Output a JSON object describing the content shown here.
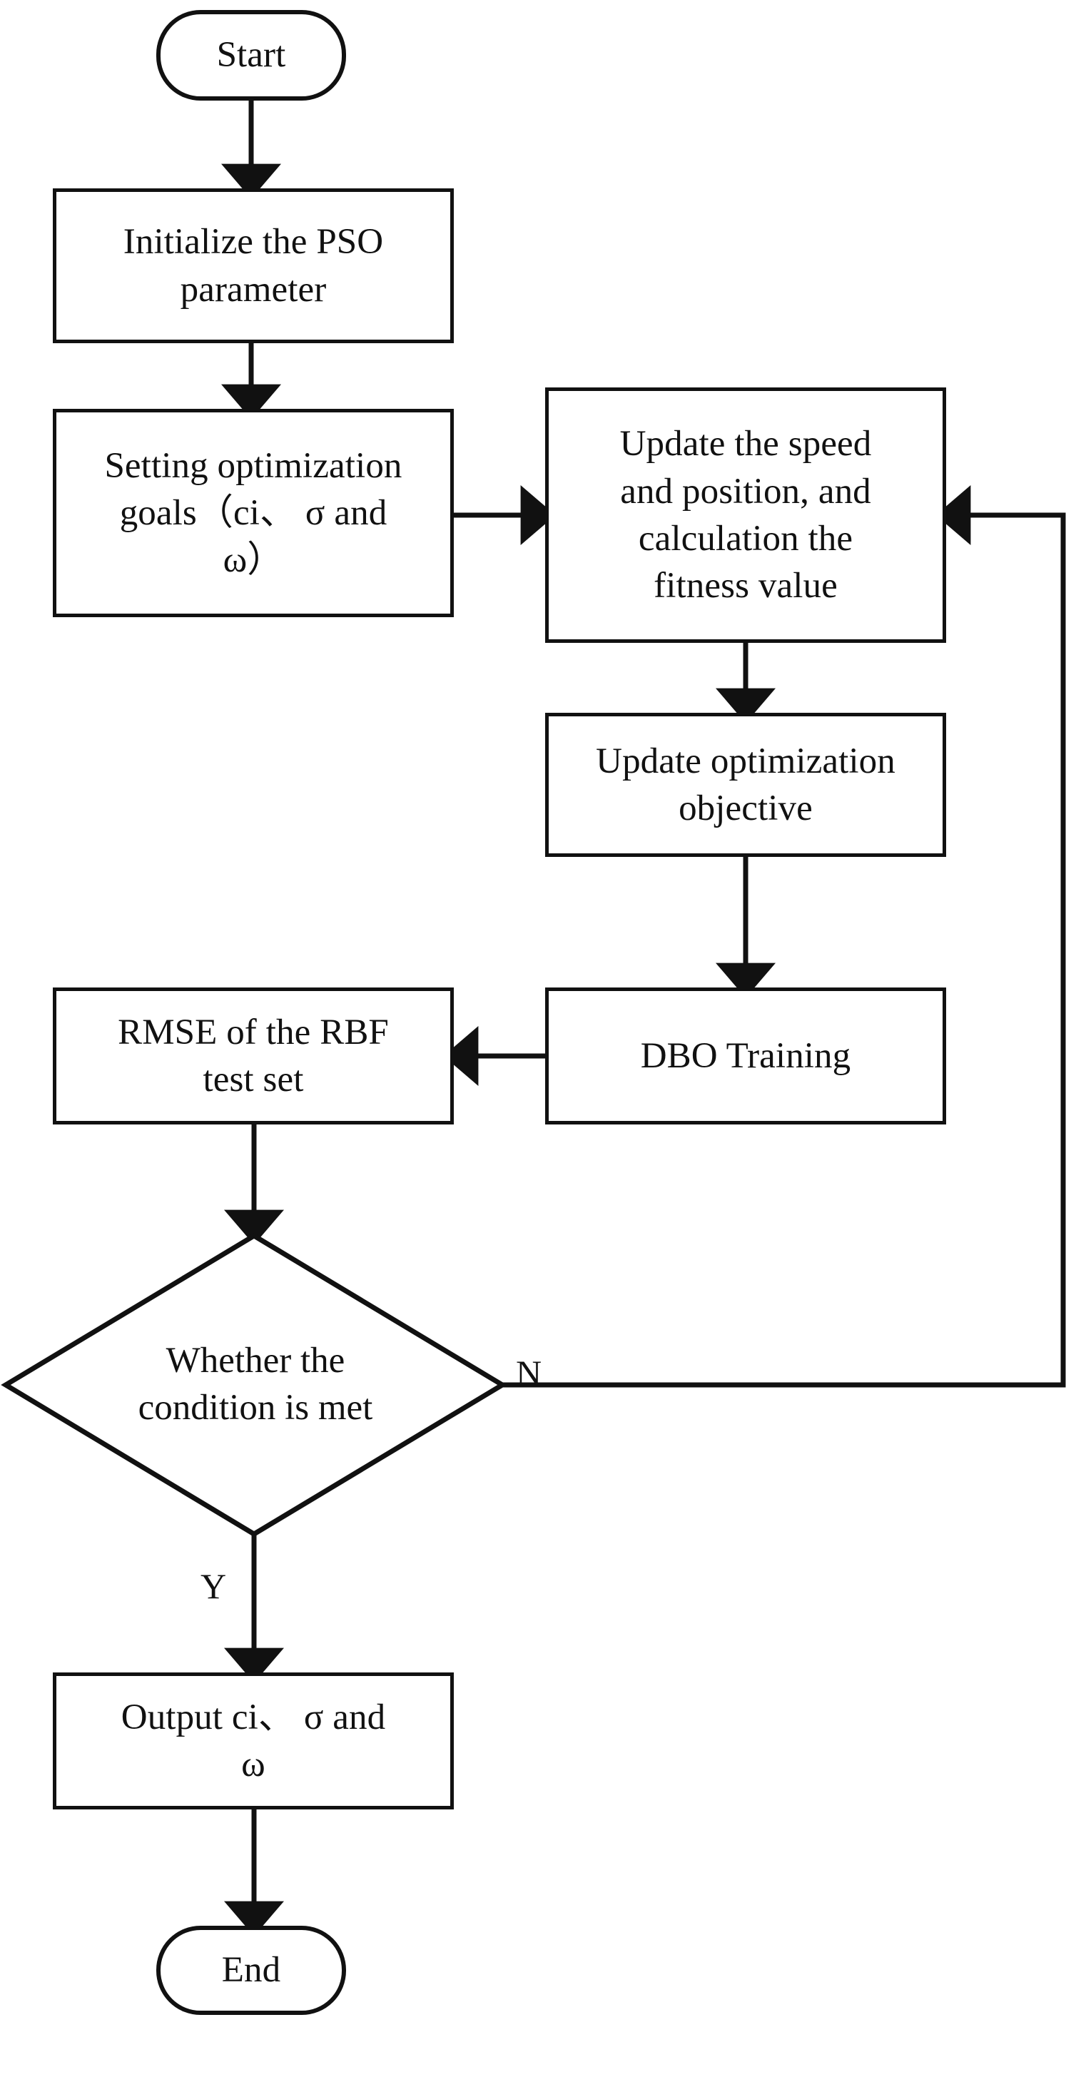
{
  "diagram": {
    "type": "flowchart",
    "title": "PSO optimization flowchart for RBF/DBO parameter tuning",
    "orientation": "top-to-bottom",
    "stroke_color": "#111111",
    "fill_color": "#ffffff",
    "background": "#ffffff"
  },
  "nodes": {
    "start": {
      "label": "Start",
      "shape": "terminal-rounded"
    },
    "initialize_pso": {
      "label": "Initialize the PSO\nparameter",
      "shape": "process-rectangle"
    },
    "setting_goals": {
      "label": "Setting optimization\ngoals（ci、 σ and\nω）",
      "shape": "process-rectangle"
    },
    "update_speed": {
      "label": "Update the speed\nand position, and\ncalculation the\nfitness value",
      "shape": "process-rectangle"
    },
    "update_objective": {
      "label": "Update optimization\nobjective",
      "shape": "process-rectangle"
    },
    "dbo_training": {
      "label": "DBO Training",
      "shape": "process-rectangle"
    },
    "rmse_test": {
      "label": "RMSE of the RBF\ntest set",
      "shape": "process-rectangle"
    },
    "decision": {
      "label": "Whether the\ncondition is met",
      "shape": "decision-diamond"
    },
    "output_params": {
      "label": "Output ci、 σ and\nω",
      "shape": "process-rectangle"
    },
    "end": {
      "label": "End",
      "shape": "terminal-rounded"
    }
  },
  "edge_labels": {
    "no_branch": "N",
    "yes_branch": "Y"
  },
  "edges": [
    {
      "from": "start",
      "to": "initialize_pso",
      "label": "",
      "direction": "down"
    },
    {
      "from": "initialize_pso",
      "to": "setting_goals",
      "label": "",
      "direction": "down"
    },
    {
      "from": "setting_goals",
      "to": "update_speed",
      "label": "",
      "direction": "right"
    },
    {
      "from": "update_speed",
      "to": "update_objective",
      "label": "",
      "direction": "down"
    },
    {
      "from": "update_objective",
      "to": "dbo_training",
      "label": "",
      "direction": "down"
    },
    {
      "from": "dbo_training",
      "to": "rmse_test",
      "label": "",
      "direction": "left"
    },
    {
      "from": "rmse_test",
      "to": "decision",
      "label": "",
      "direction": "down"
    },
    {
      "from": "decision",
      "to": "update_speed",
      "label": "N",
      "direction": "right-up-loopback"
    },
    {
      "from": "decision",
      "to": "output_params",
      "label": "Y",
      "direction": "down"
    },
    {
      "from": "output_params",
      "to": "end",
      "label": "",
      "direction": "down"
    }
  ]
}
